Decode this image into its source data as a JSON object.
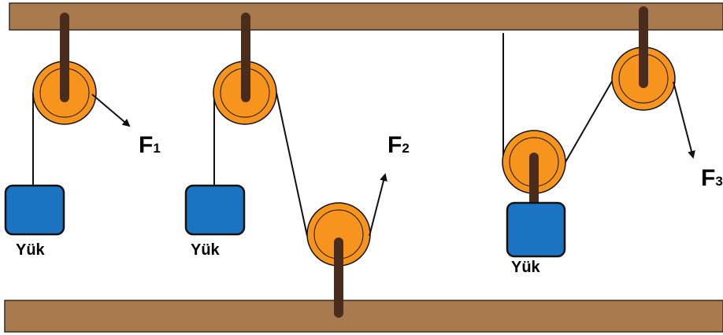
{
  "colors": {
    "beam": "#A97A4E",
    "beam_edge": "#3a2a1a",
    "axle": "#4a2c1c",
    "pulley": "#F7941D",
    "pulley_edge": "#111111",
    "load": "#1B74C2",
    "rope": "#111111",
    "background": "#ffffff"
  },
  "systems": [
    {
      "force_label": "F",
      "force_subscript": "1",
      "load_label": "Yük"
    },
    {
      "force_label": "F",
      "force_subscript": "2",
      "load_label": "Yük"
    },
    {
      "force_label": "F",
      "force_subscript": "3",
      "load_label": "Yük"
    }
  ],
  "icons": [
    "fixed-pulley",
    "movable-pulley",
    "load-block",
    "force-arrow"
  ]
}
